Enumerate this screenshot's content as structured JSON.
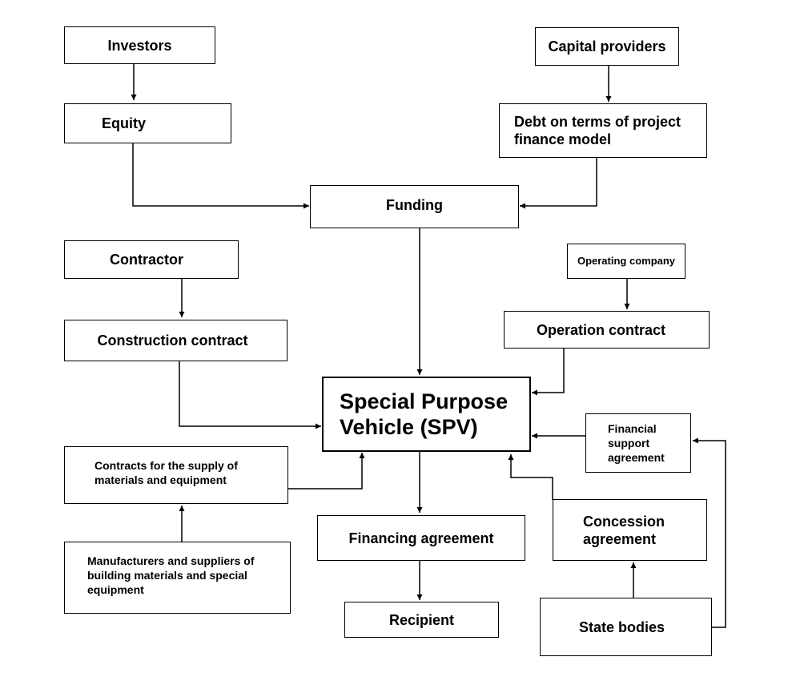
{
  "nodes": {
    "investors": "Investors",
    "equity": "Equity",
    "capital_providers": "Capital providers",
    "debt": "Debt on terms of project\nfinance model",
    "funding": "Funding",
    "contractor": "Contractor",
    "construction_contract": "Construction contract",
    "operating_company": "Operating company",
    "operation_contract": "Operation contract",
    "spv": "Special Purpose\nVehicle (SPV)",
    "supply_contracts": "Contracts for the supply of\nmaterials and equipment",
    "financial_support": "Financial\nsupport\nagreement",
    "financing_agreement": "Financing agreement",
    "concession_agreement": "Concession\nagreement",
    "manufacturers": "Manufacturers and suppliers of\nbuilding materials and special\nequipment",
    "recipient": "Recipient",
    "state_bodies": "State bodies"
  }
}
